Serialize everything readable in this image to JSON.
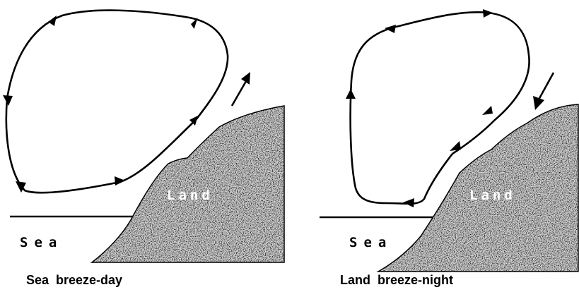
{
  "panels": {
    "left": {
      "land_label": "Land",
      "sea_label": "Sea",
      "caption": "Sea  breeze-day"
    },
    "right": {
      "land_label": "Land",
      "sea_label": "Sea",
      "caption": "Land  breeze-night"
    }
  },
  "colors": {
    "ink": "#000000",
    "land_fill": "#8c8c8c",
    "background": "#ffffff"
  }
}
